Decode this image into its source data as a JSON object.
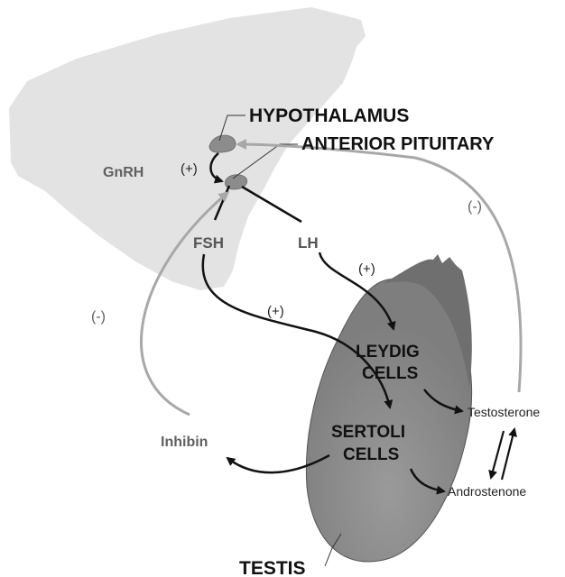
{
  "labels": {
    "hypothalamus": "HYPOTHALAMUS",
    "anterior_pituitary": "ANTERIOR PITUITARY",
    "gnrh": "GnRH",
    "gnrh_sign": "(+)",
    "fsh": "FSH",
    "lh": "LH",
    "lh_sign": "(+)",
    "fsh_sign": "(+)",
    "inhibin_feedback_sign": "(-)",
    "testosterone_feedback_sign": "(-)",
    "leydig_line1": "LEYDIG",
    "leydig_line2": "CELLS",
    "sertoli_line1": "SERTOLI",
    "sertoli_line2": "CELLS",
    "inhibin": "Inhibin",
    "testosterone": "Testosterone",
    "androstenone": "Androstenone",
    "testis": "TESTIS"
  },
  "colors": {
    "brain_region": "#e3e3e3",
    "gland": "#8c8c8c",
    "testis": "#8a8a8a",
    "epididymis": "#6f6f6f",
    "stimulatory_arrow": "#111111",
    "inhibitory_arrow": "#a8a8a8",
    "label_gray": "#606060"
  }
}
